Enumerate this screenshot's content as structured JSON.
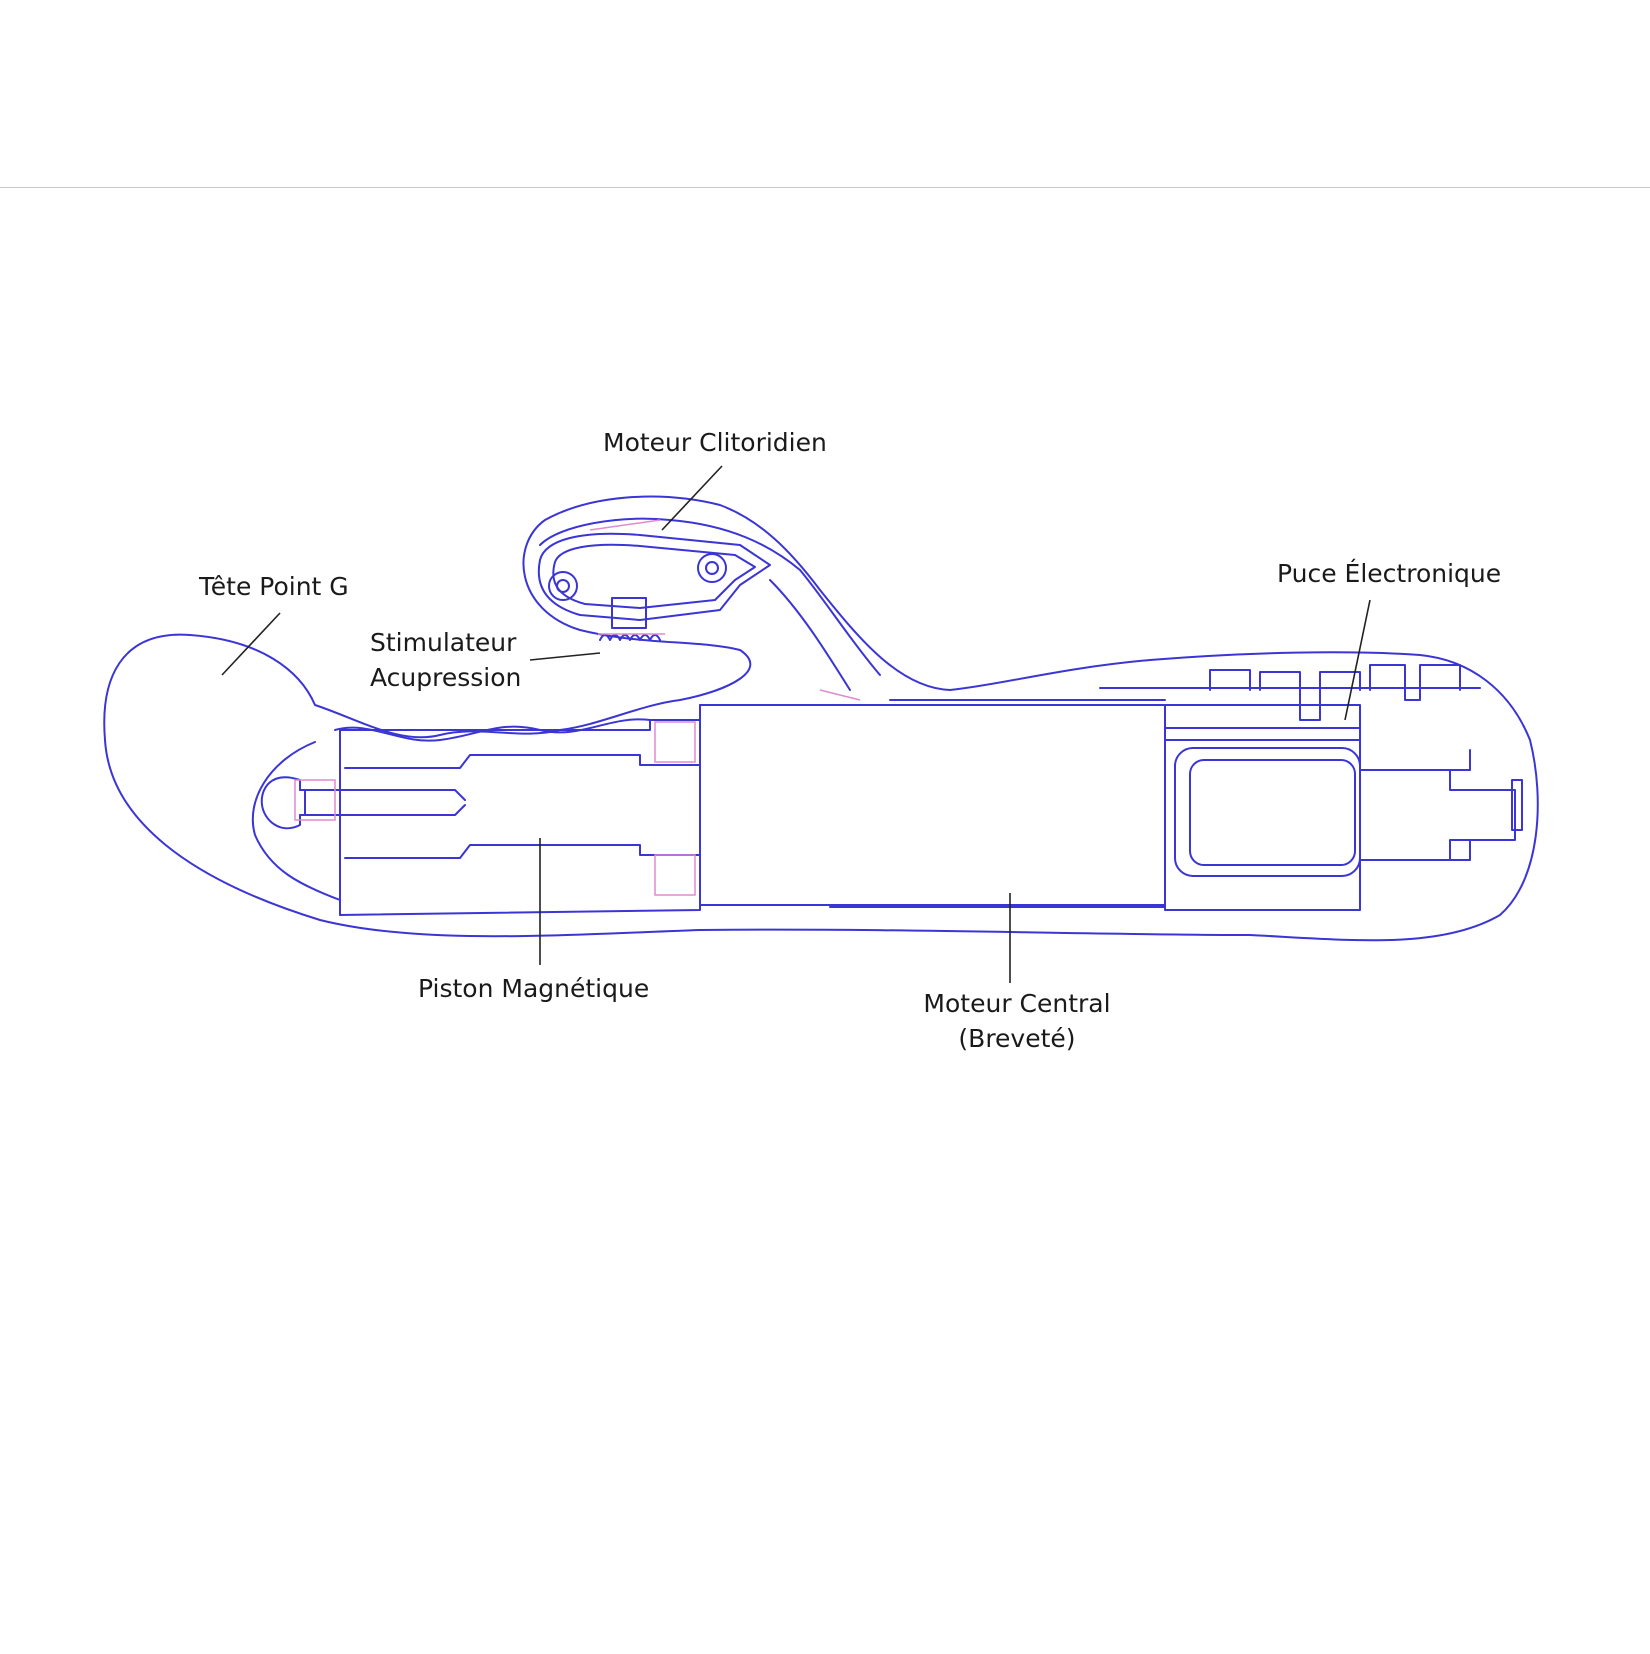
{
  "diagram": {
    "outline_color": "#3b35d6",
    "accent_color": "#e08ad0",
    "leader_color": "#222222",
    "labels": {
      "g_spot_head": [
        "Tête Point G"
      ],
      "acupressure": [
        "Stimulateur",
        "Acupression"
      ],
      "clitoral_motor": [
        "Moteur Clitoridien"
      ],
      "chip": [
        "Puce Électronique"
      ],
      "piston": [
        "Piston Magnétique"
      ],
      "central_motor": [
        "Moteur Central",
        "(Breveté)"
      ]
    }
  }
}
